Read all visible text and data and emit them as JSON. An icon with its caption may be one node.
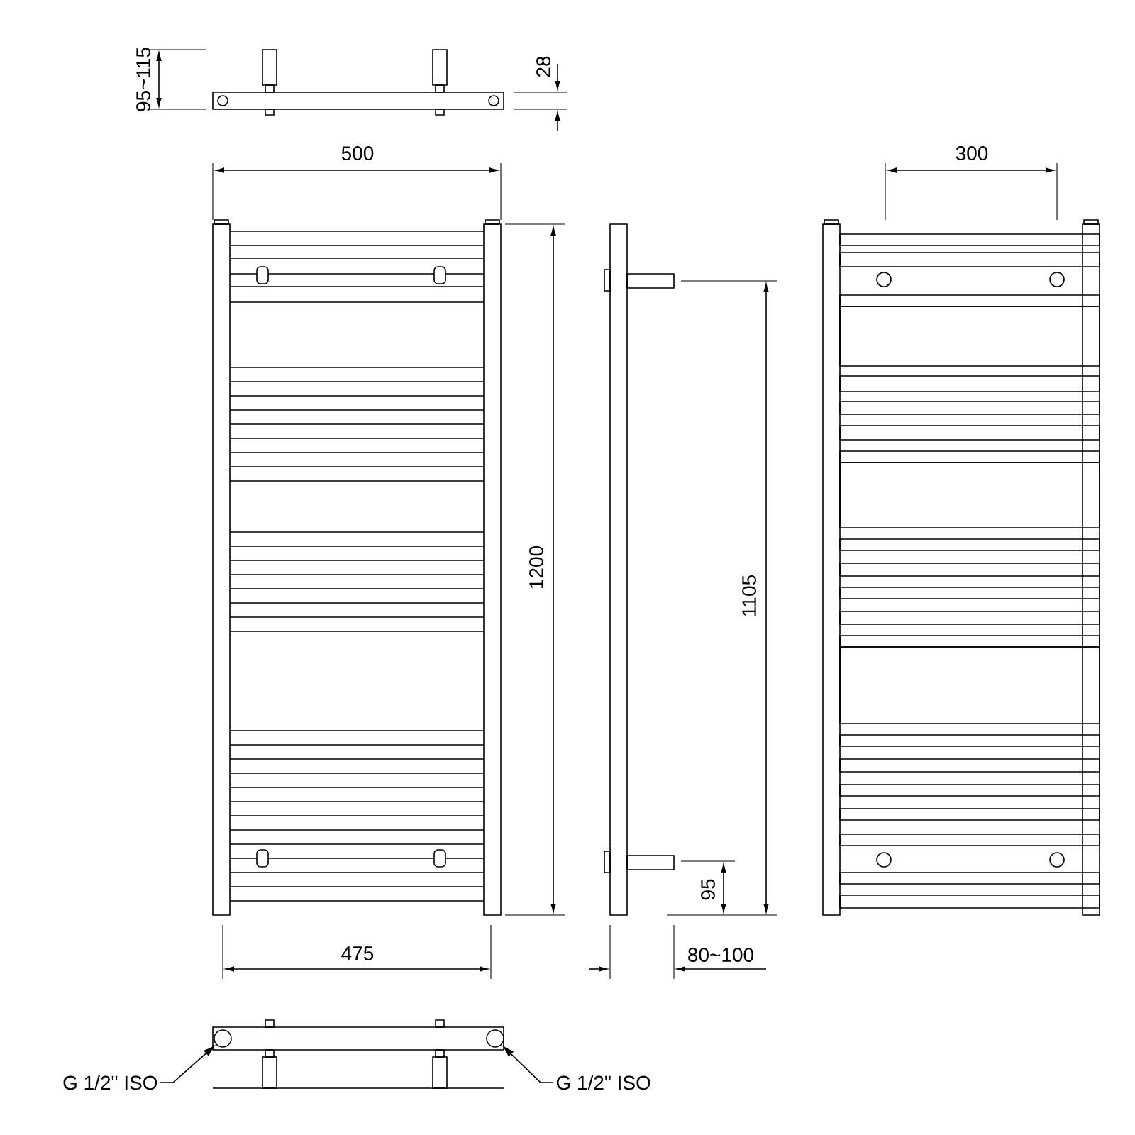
{
  "diagram": {
    "nodes": [
      {
        "text": [
          "G 1/2\" ISO"
        ]
      },
      {
        "text": [],
        "shape": "circle"
      },
      {
        "text": [
          "G 1/2\" ISO"
        ]
      },
      {
        "text": [],
        "shape": "circle"
      }
    ],
    "edges": [
      {
        "from": 0,
        "to": 1,
        "arrow": "to"
      },
      {
        "from": 2,
        "to": 3,
        "arrow": "to"
      }
    ],
    "labels": [
      "95~115",
      "28",
      "500",
      "300",
      "1200",
      "1105",
      "95",
      "475",
      "80~100"
    ]
  }
}
